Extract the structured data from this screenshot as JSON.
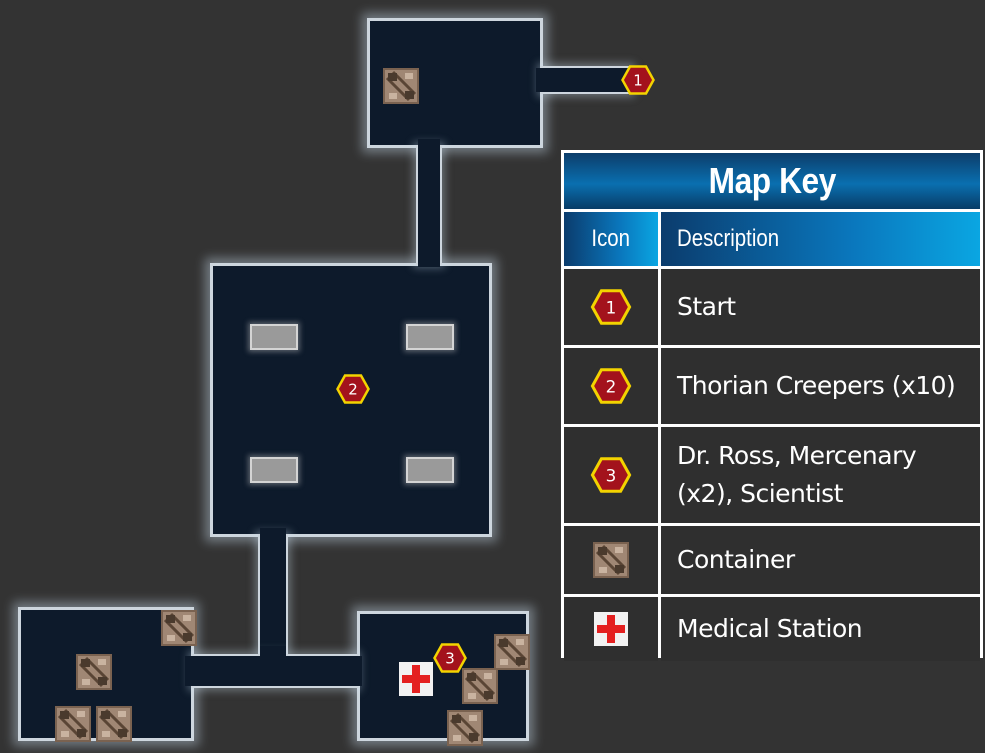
{
  "map": {
    "markers": [
      {
        "number": "1"
      },
      {
        "number": "2"
      },
      {
        "number": "3"
      }
    ],
    "colors": {
      "room_fill": "#0d1a2b",
      "wall": "#cdd6de",
      "marker_fill": "#a3121c",
      "marker_border": "#f3d300",
      "medical_cross": "#e42020",
      "container": "#a08774"
    }
  },
  "map_key": {
    "title": "Map Key",
    "header": {
      "icon": "Icon",
      "description": "Description"
    },
    "rows": [
      {
        "icon": "marker-1",
        "number": "1",
        "description": "Start"
      },
      {
        "icon": "marker-2",
        "number": "2",
        "description": "Thorian Creepers (x10)"
      },
      {
        "icon": "marker-3",
        "number": "3",
        "description": "Dr. Ross, Mercenary (x2), Scientist"
      },
      {
        "icon": "container-icon",
        "description": "Container"
      },
      {
        "icon": "medical-station-icon",
        "description": "Medical Station"
      }
    ]
  }
}
